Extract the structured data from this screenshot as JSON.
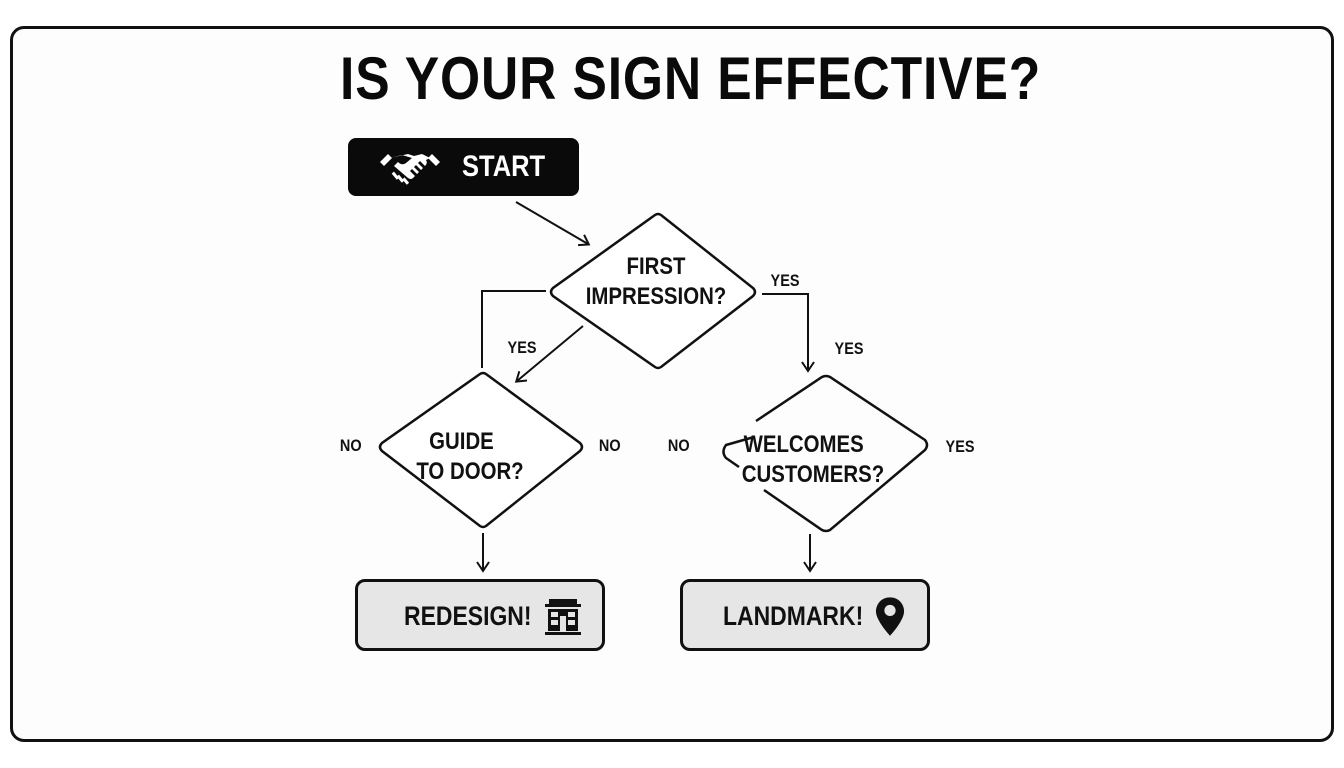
{
  "title": "IS YOUR SIGN EFFECTIVE?",
  "colors": {
    "ink": "#111111",
    "start_fill": "#0a0a0a",
    "start_text": "#ffffff",
    "end_fill": "#e6e6e6",
    "background": "#fdfdfd"
  },
  "start": {
    "label": "START",
    "icon": "handshake-icon"
  },
  "decisions": {
    "first_impression": {
      "line1": "FIRST",
      "line2": "IMPRESSION?"
    },
    "guide_to_door": {
      "line1": "GUIDE",
      "line2": "TO DOOR?"
    },
    "welcomes_customers": {
      "line1": "WELCOMES",
      "line2": "CUSTOMERS?"
    }
  },
  "edge_labels": {
    "first_right_yes": "YES",
    "first_left_yes": "YES",
    "right_branch_yes": "YES",
    "guide_left_no": "NO",
    "guide_right_no": "NO",
    "welcomes_left_no": "NO",
    "welcomes_right_yes": "YES"
  },
  "outcomes": {
    "redesign": {
      "label": "REDESIGN!",
      "icon": "building-icon"
    },
    "landmark": {
      "label": "LANDMARK!",
      "icon": "map-pin-icon"
    }
  }
}
